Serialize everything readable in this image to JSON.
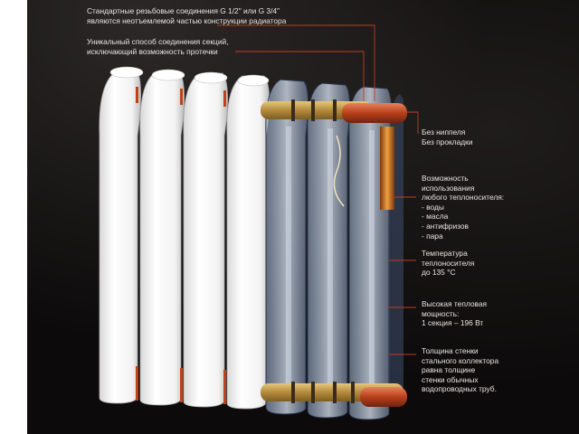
{
  "annotations": {
    "threads": [
      "Стандартные  резьбовые соединения G 1/2\" или  G 3/4\"",
      "являются неотъемлемой частью конструкции радиатора"
    ],
    "connection": [
      "Уникальный способ соединения секций,",
      "исключающий возможность протечки"
    ],
    "nipple": [
      "Без ниппеля",
      "Без прокладки"
    ],
    "coolant": [
      "Возможность",
      "использования",
      "любого теплоносителя:",
      "- воды",
      "- масла",
      "- антифризов",
      "- пара"
    ],
    "temperature": [
      "Температура",
      "теплоносителя",
      "до 135 °С"
    ],
    "power": [
      "Высокая тепловая",
      "мощность:",
      "1 секция – 196 Вт"
    ],
    "wall": [
      "Толщина стенки",
      "стального коллектора",
      "равна толщине",
      "стенки обычных",
      "водопроводных труб."
    ]
  },
  "colors": {
    "background": "#0c0a0a",
    "radiator": "#f4f4f4",
    "pipe": "#c9a35a",
    "pipe_red": "#b83a16",
    "leader": "#c23b22",
    "text": "#e9e4e4"
  }
}
